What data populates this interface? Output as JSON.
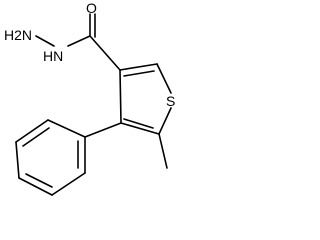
{
  "molecule": {
    "atoms": {
      "hydrazide_nh2": "H2N",
      "hydrazide_nh": "HN",
      "carbonyl_o": "O",
      "thiophene_s": "S"
    }
  }
}
